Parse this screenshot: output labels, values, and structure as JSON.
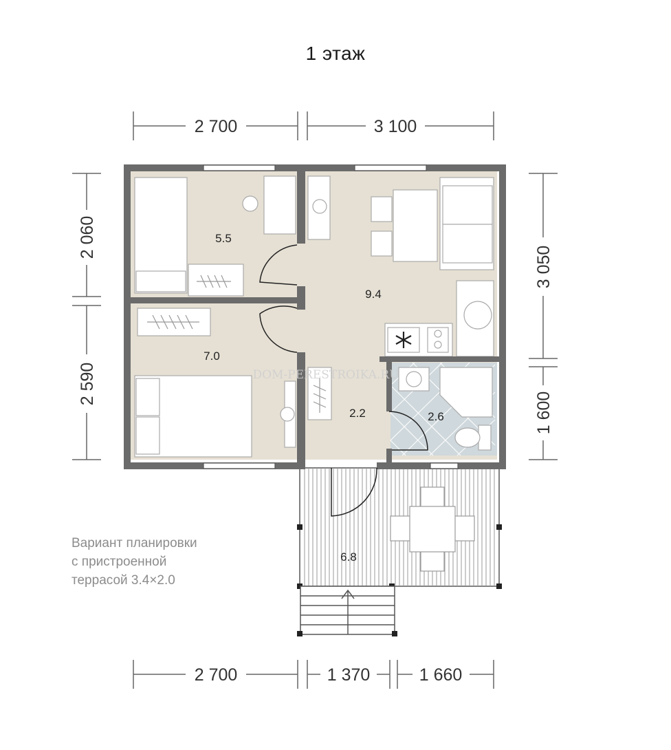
{
  "floor_title": "1 этаж",
  "dimensions": {
    "top_left": "2 700",
    "top_right": "3 100",
    "left_upper": "2 060",
    "left_lower": "2 590",
    "right_upper": "3 050",
    "right_lower": "1 600",
    "bottom_left": "2 700",
    "bottom_mid": "1 370",
    "bottom_right": "1 660"
  },
  "rooms": {
    "bedroom_small": "5.5",
    "kitchen_living": "9.4",
    "bedroom_large": "7.0",
    "hall": "2.2",
    "bathroom": "2.6",
    "terrace": "6.8"
  },
  "caption": {
    "line1": "Вариант планировки",
    "line2": "с пристроенной",
    "line3": "террасой 3.4×2.0"
  },
  "watermark": "DOM-PERESTROIKA.RU",
  "colors": {
    "wall": "#6b6b6b",
    "floor": "#e6e0d4",
    "bathroom_floor": "#cfd8dc",
    "terrace_floor": "#ffffff",
    "dimension_line": "#666666"
  }
}
